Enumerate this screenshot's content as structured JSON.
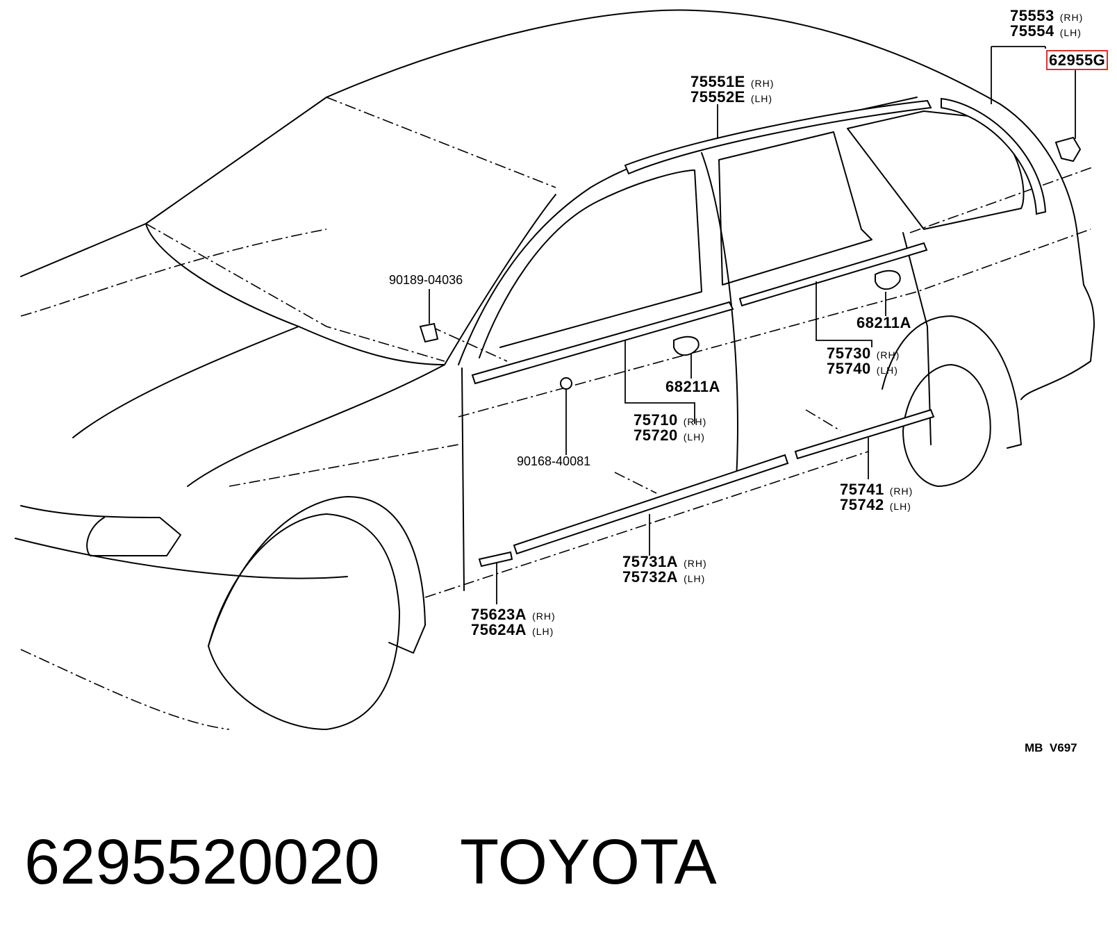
{
  "labels": {
    "p75553": "75553",
    "p75554": "75554",
    "p62955g": "62955G",
    "p75551e": "75551E",
    "p75552e": "75552E",
    "p90189": "90189-04036",
    "p68211a_right": "68211A",
    "p75730": "75730",
    "p75740": "75740",
    "p68211a_left": "68211A",
    "p75710": "75710",
    "p75720": "75720",
    "p90168": "90168-40081",
    "p75741": "75741",
    "p75742": "75742",
    "p75731a": "75731A",
    "p75732a": "75732A",
    "p75623a": "75623A",
    "p75624a": "75624A",
    "rh": "(RH)",
    "lh": "(LH)"
  },
  "diagram_code": {
    "a": "MB",
    "b": "V697"
  },
  "footer": {
    "part_number": "6295520020",
    "brand": "TOYOTA"
  },
  "colors": {
    "highlight": "#e0302a",
    "ink": "#000000"
  }
}
